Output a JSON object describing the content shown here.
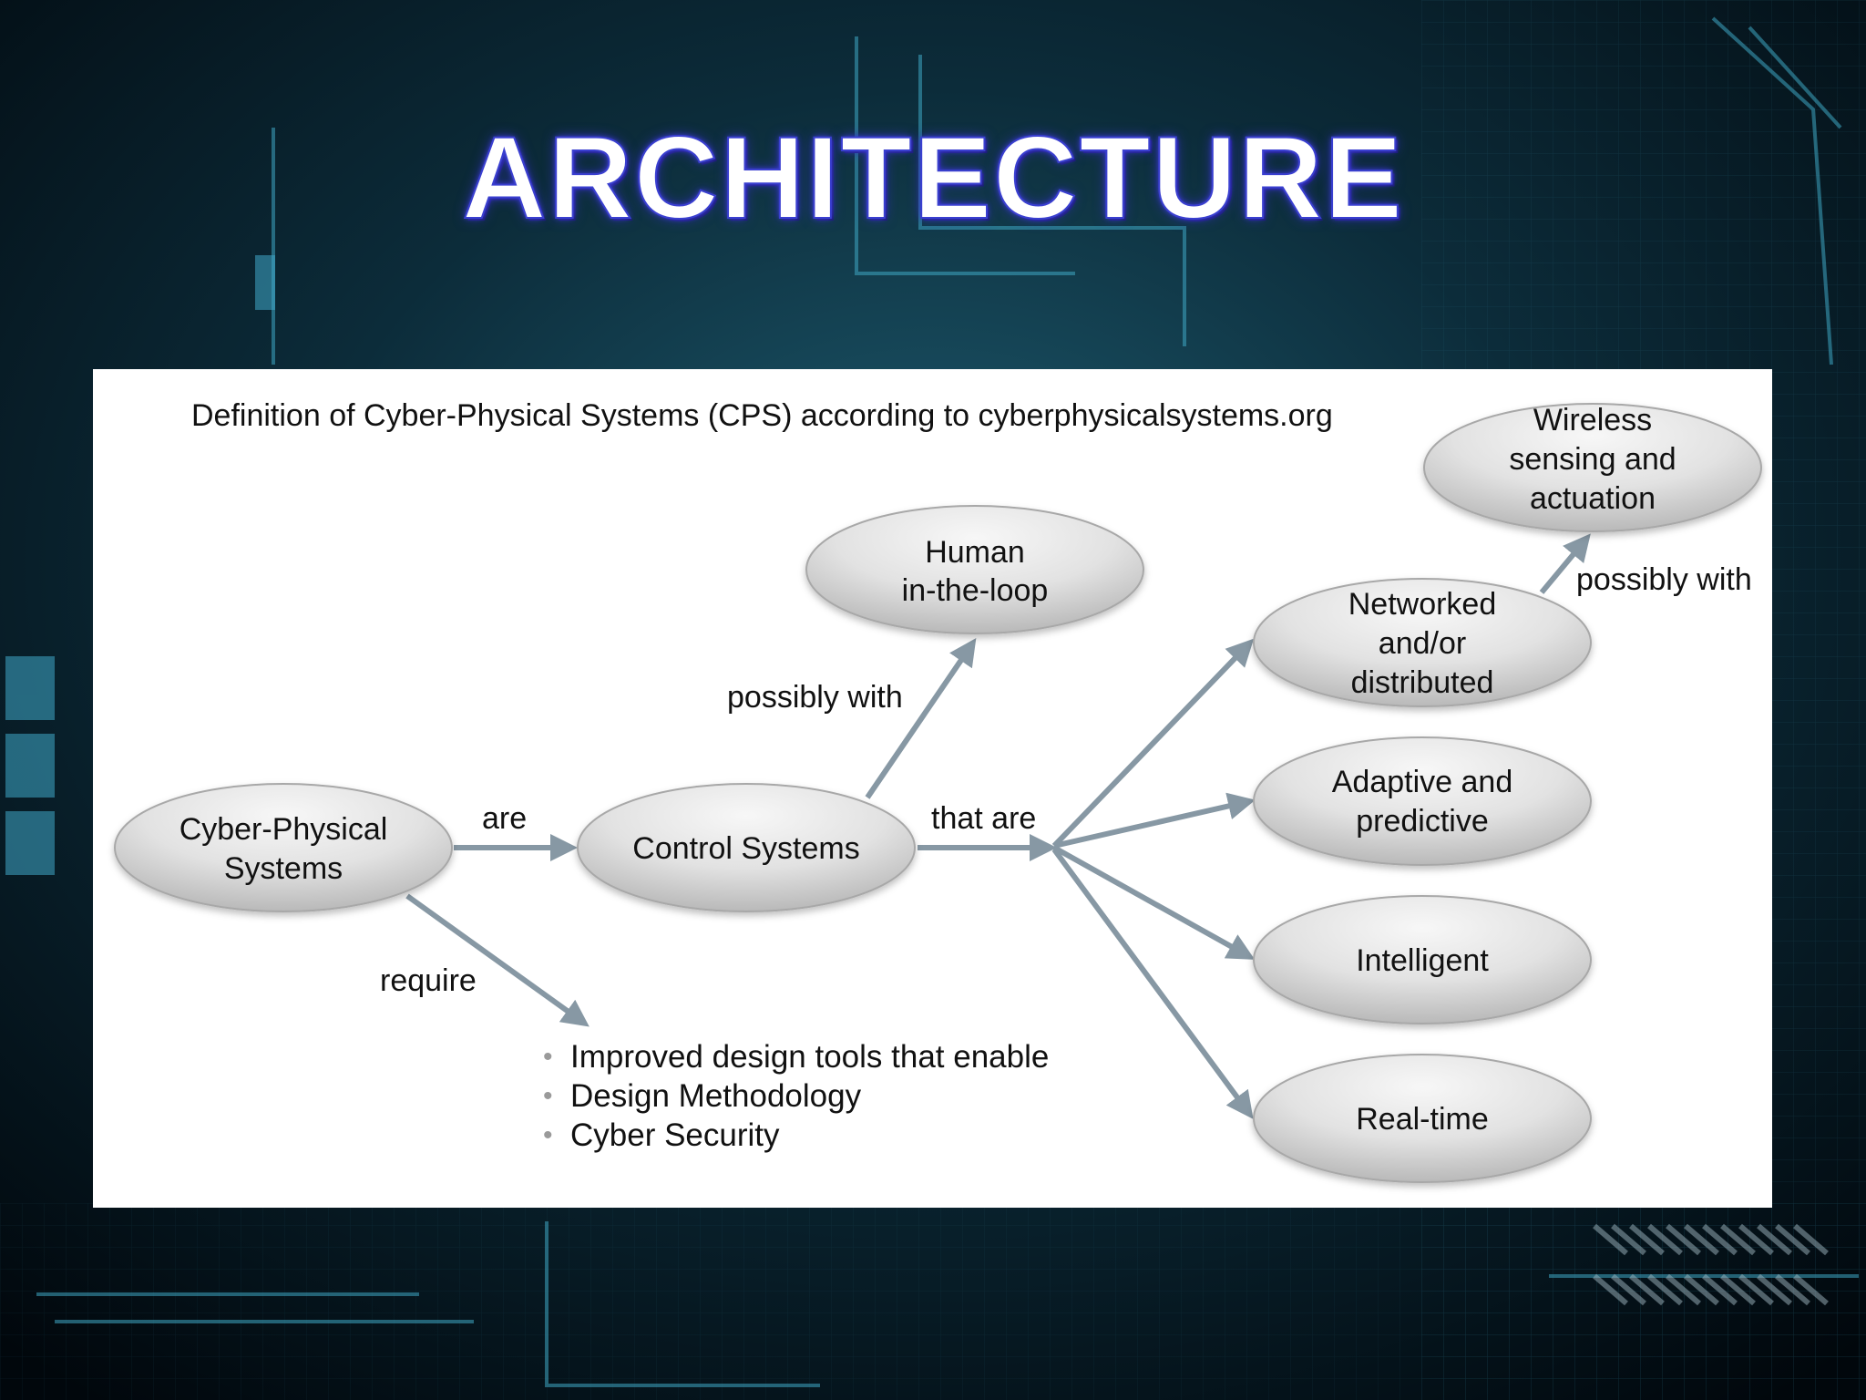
{
  "title": "ARCHITECTURE",
  "caption": "Definition of Cyber-Physical Systems (CPS) according to cyberphysicalsystems.org",
  "nodes": {
    "cps": [
      "Cyber-Physical",
      "Systems"
    ],
    "control": [
      "Control Systems"
    ],
    "human": [
      "Human",
      "in-the-loop"
    ],
    "networked": [
      "Networked",
      "and/or",
      "distributed"
    ],
    "wireless": [
      "Wireless",
      "sensing and",
      "actuation"
    ],
    "adaptive": [
      "Adaptive and",
      "predictive"
    ],
    "intelligent": [
      "Intelligent"
    ],
    "realtime": [
      "Real-time"
    ]
  },
  "edges": {
    "are": "are",
    "that_are": "that are",
    "possibly_with_human": "possibly with",
    "possibly_with_wireless": "possibly with",
    "require": "require"
  },
  "requirements": [
    "Improved design tools that enable",
    "Design Methodology",
    "Cyber Security"
  ],
  "colors": {
    "arrow": "#8798a4",
    "title_outline": "#3a3fd0",
    "node_fill_light": "#f4f4f4",
    "node_fill_dark": "#bdbdbd"
  }
}
